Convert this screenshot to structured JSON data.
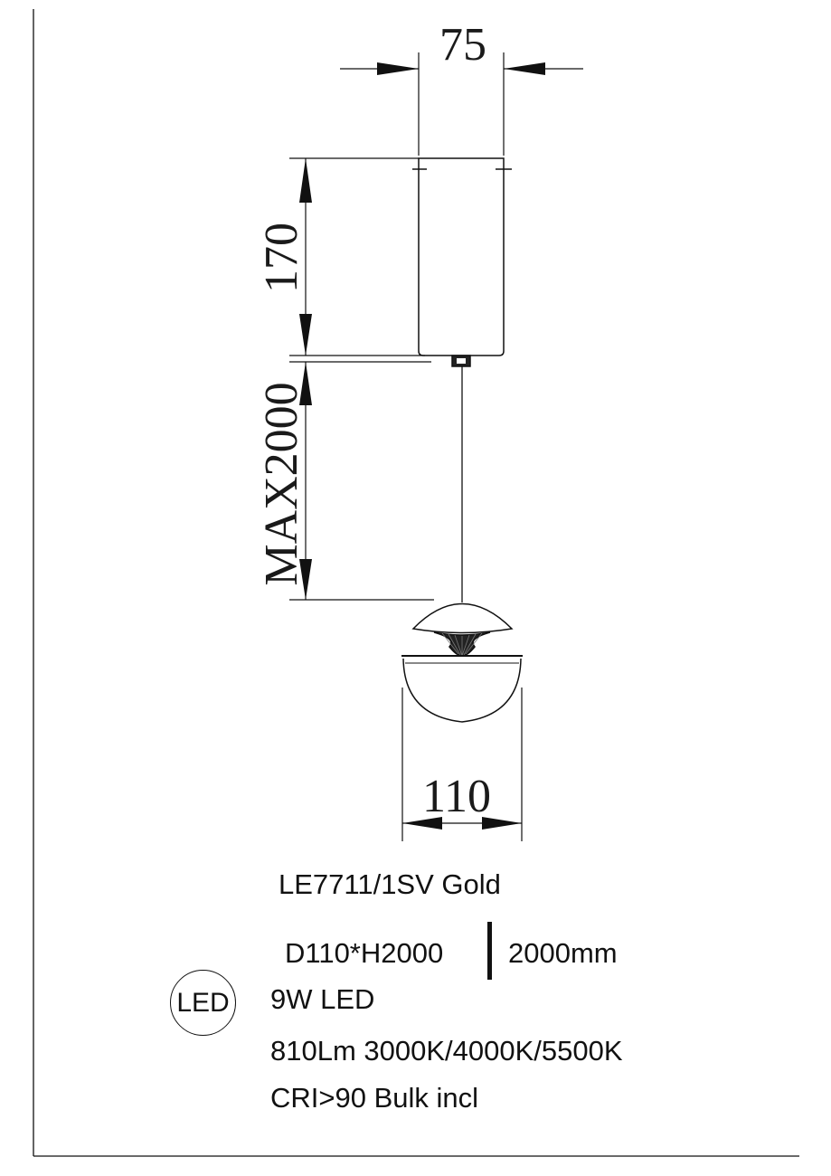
{
  "drawing": {
    "dimensions": {
      "canopy_width": "75",
      "canopy_height": "170",
      "cable_length": "MAX2000",
      "shade_diameter": "110"
    }
  },
  "specs": {
    "model": "LE7711/1SV Gold",
    "size": "D110*H2000",
    "cable": "2000mm",
    "led_badge": "LED",
    "power": "9W LED",
    "lumen_cct": "810Lm  3000K/4000K/5500K",
    "cri_bulb": "CRI>90  Bulk  incl"
  },
  "colors": {
    "line": "#111111",
    "background": "#ffffff"
  }
}
